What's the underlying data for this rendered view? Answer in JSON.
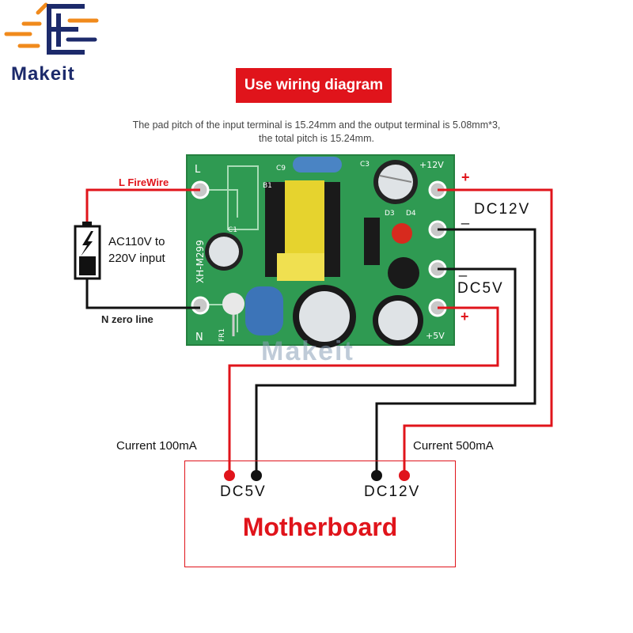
{
  "brand": {
    "name": "Makeit",
    "watermark": "Makeit"
  },
  "title": "Use wiring diagram",
  "description": [
    "The pad pitch of the input terminal is 15.24mm and the output terminal is 5.08mm*3,",
    "the total pitch is 15.24mm."
  ],
  "input": {
    "l_label": "L FireWire",
    "n_label": "N zero line",
    "source_line1": "AC110V to",
    "source_line2": "220V input"
  },
  "output": {
    "dc12_label": "DC12V",
    "dc5_label": "DC5V",
    "plus": "+",
    "minus": "_"
  },
  "board": {
    "model": "XH-M299",
    "silk": {
      "L": "L",
      "N": "N",
      "c9": "C9",
      "c3": "C3",
      "v12": "+12V",
      "v5": "+5V",
      "b1": "B1",
      "c1": "C1",
      "d3": "D3",
      "d4": "D4",
      "fr1": "FR1"
    }
  },
  "load": {
    "title": "Motherboard",
    "dc5_label": "DC5V",
    "dc12_label": "DC12V",
    "current5": "Current 100mA",
    "current12": "Current 500mA"
  },
  "colors": {
    "accent": "#e0141b",
    "pcb": "#2f9a52",
    "wire_black": "#111111",
    "logo_orange": "#f08a1c",
    "logo_blue": "#1c2a6b"
  }
}
